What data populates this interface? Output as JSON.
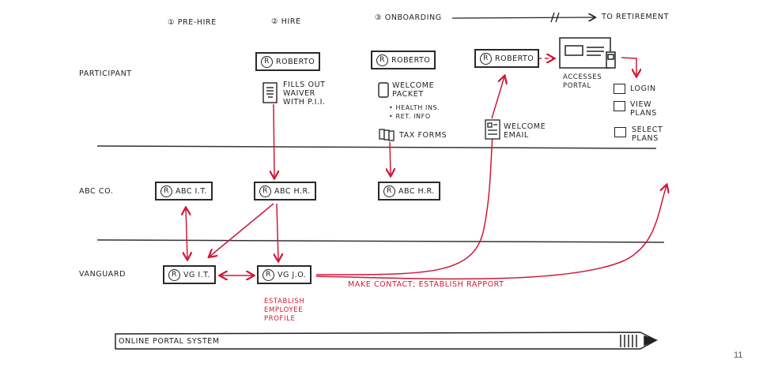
{
  "phases": {
    "pre_hire": "① PRE-HIRE",
    "hire": "② HIRE",
    "onboarding": "③ ONBOARDING",
    "retirement": "TO RETIREMENT"
  },
  "lanes": {
    "participant": "PARTICIPANT",
    "abc": "ABC CO.",
    "vanguard": "VANGUARD"
  },
  "actors": {
    "roberto": "ROBERTO",
    "abc_it": "ABC I.T.",
    "abc_hr": "ABC H.R.",
    "vg_it": "VG I.T.",
    "vg_jo": "VG J.O.",
    "role_glyph": "R"
  },
  "notes": {
    "waiver": "FILLS OUT\nWAIVER\nWITH P.I.I.",
    "welcome_packet": "WELCOME\nPACKET",
    "packet_items": "• HEALTH INS.\n• RET. INFO",
    "tax_forms": "TAX FORMS",
    "welcome_email": "WELCOME\nEMAIL",
    "accesses_portal": "ACCESSES\nPORTAL",
    "make_contact": "MAKE CONTACT; ESTABLISH RAPPORT",
    "employee_profile": "ESTABLISH\nEMPLOYEE\nPROFILE"
  },
  "portal_tasks": [
    "LOGIN",
    "VIEW\nPLANS",
    "SELECT\nPLANS"
  ],
  "system_bar": "ONLINE PORTAL SYSTEM",
  "page_number": "11",
  "colors": {
    "accent": "#d01838",
    "ink": "#222222"
  }
}
